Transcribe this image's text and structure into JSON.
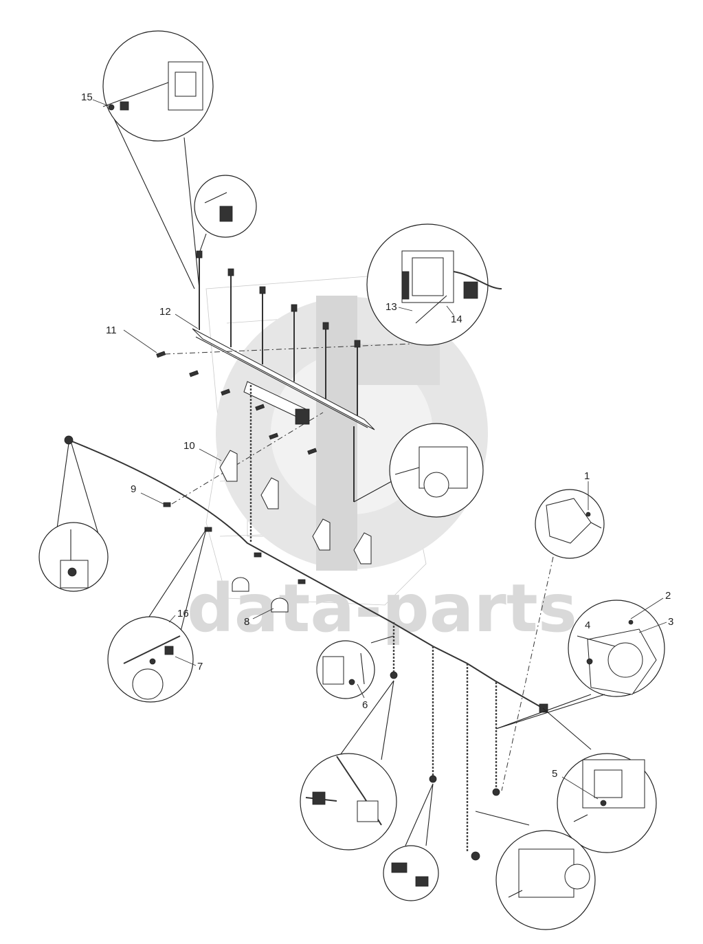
{
  "watermark": {
    "text": "data-parts"
  },
  "callouts": {
    "c1": "1",
    "c2": "2",
    "c3": "3",
    "c4": "4",
    "c5": "5",
    "c6": "6",
    "c7": "7",
    "c8": "8",
    "c9": "9",
    "c10": "10",
    "c11": "11",
    "c12": "12",
    "c13": "13",
    "c14": "14",
    "c15": "15",
    "c16": "16"
  }
}
